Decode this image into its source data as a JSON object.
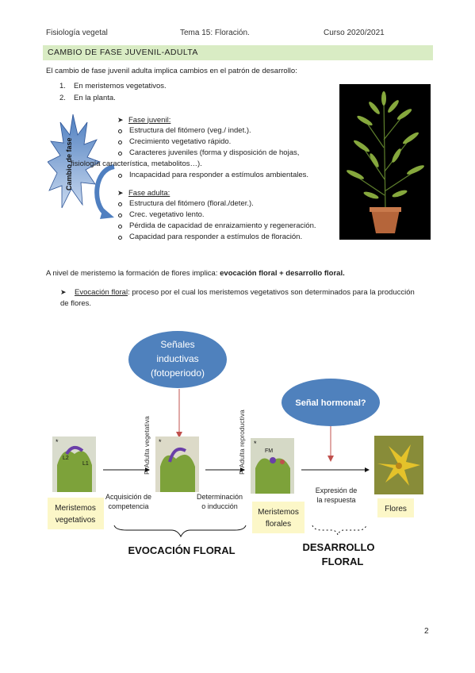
{
  "header": {
    "left": "Fisiología vegetal",
    "center": "Tema 15: Floración.",
    "right": "Curso 2020/2021"
  },
  "section_title": "CAMBIO DE FASE JUVENIL-ADULTA",
  "intro": "El cambio de fase juvenil adulta implica cambios en el patrón de desarrollo:",
  "list": [
    {
      "num": "1.",
      "text": "En meristemos vegetativos."
    },
    {
      "num": "2.",
      "text": "En la planta."
    }
  ],
  "star_label": "Cambio de fase",
  "juvenil": {
    "title": "Fase juvenil:",
    "items": [
      "Estructura del fitómero (veg./ indet.).",
      "Crecimiento vegetativo rápido.",
      "Caracteres juveniles (forma y disposición de hojas,",
      "fisiología característica, metabolitos…).",
      "Incapacidad para responder a estímulos ambientales."
    ]
  },
  "adulta": {
    "title": "Fase adulta:",
    "items": [
      "Estructura del fitómero (floral./deter.).",
      "Crec. vegetativo lento.",
      "Pérdida de capacidad de enraizamiento y regeneración.",
      "Capacidad para responder a estímulos de floración."
    ]
  },
  "para_pre": "A nivel de meristemo la formación de flores implica: ",
  "para_bold": "evocación floral + desarrollo floral.",
  "evocacion_term": "Evocación floral",
  "evocacion_rest": ": proceso por el cual los meristemos vegetativos son determinados para la producción de flores.",
  "diagram": {
    "bubble1": [
      "Señales",
      "inductivas",
      "(fotoperiodo)"
    ],
    "bubble2": "Señal hormonal?",
    "vert1": "F. Adulta vegetativa",
    "vert2": "F. Adulta reproductiva",
    "step1": [
      "Acquisición de",
      "competencia"
    ],
    "step2": [
      "Determinación",
      "o inducción"
    ],
    "step3": [
      "Expresión de",
      "la respuesta"
    ],
    "box1": [
      "Meristemos",
      "vegetativos"
    ],
    "box2": [
      "Meristemos",
      "florales"
    ],
    "box3": "Flores",
    "label_l2": "L2",
    "label_l1": "L1",
    "label_fm": "FM",
    "big1": "EVOCACIÓN FLORAL",
    "big2": [
      "DESARROLLO",
      "FLORAL"
    ],
    "colors": {
      "bubble": "#4f81bd",
      "box": "#fcf7c8",
      "arrow_red": "#c0504d"
    }
  },
  "page_number": "2"
}
